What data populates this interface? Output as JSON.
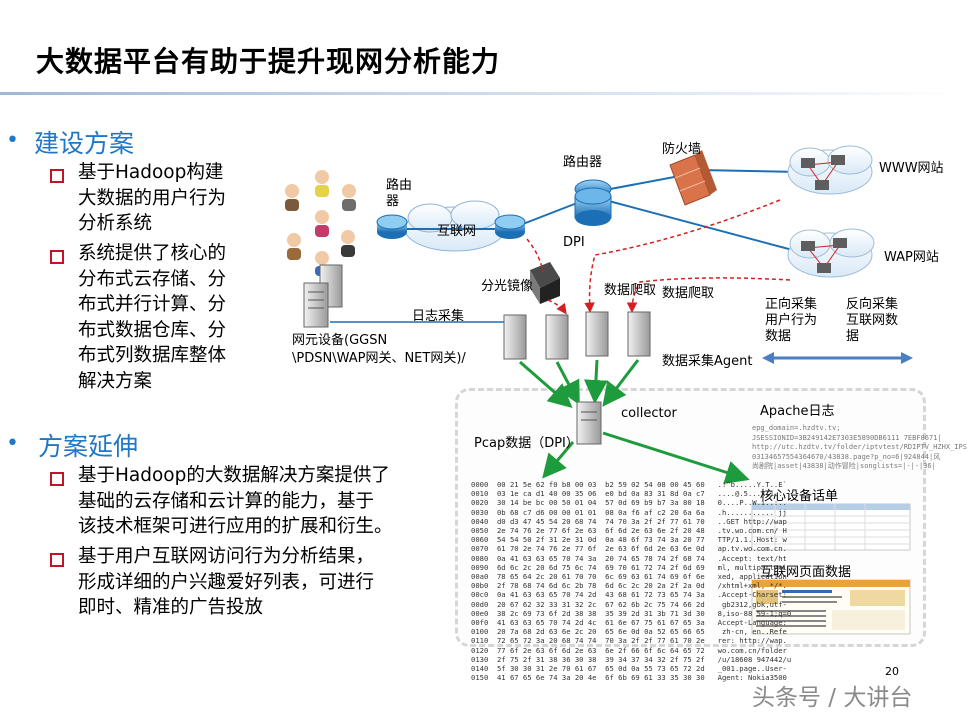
{
  "title": "大数据平台有助于提升现网分析能力",
  "sections": [
    {
      "heading": "建设方案",
      "bullets": [
        {
          "lines": [
            "基于Hadoop构建",
            "大数据的用户行为",
            "分析系统"
          ]
        },
        {
          "lines": [
            "系统提供了核心的",
            "分布式云存储、分",
            "布式并行计算、分",
            "布式数据仓库、分",
            "布式列数据库整体",
            "解决方案"
          ]
        }
      ]
    },
    {
      "heading": "方案延伸",
      "bullets": [
        {
          "lines": [
            "基于Hadoop的大数据解决方案提供了",
            "基础的云存储和云计算的能力，基于",
            "该技术框架可进行应用的扩展和衍生。"
          ]
        },
        {
          "lines": [
            "基于用户互联网访问行为分析结果，",
            "形成详细的户兴趣爱好列表，可进行",
            "即时、精准的广告投放"
          ]
        }
      ]
    }
  ],
  "diagram": {
    "router_left": [
      "路由",
      "器"
    ],
    "internet": "互联网",
    "router_top": "路由器",
    "firewall": "防火墙",
    "www_site": "WWW网站",
    "wap_site": "WAP网站",
    "dpi": "DPI",
    "splitter": "分光镜像",
    "crawl1": "数据爬取",
    "crawl2": "数据爬取",
    "log_collect": "日志采集",
    "ne_device": [
      "网元设备(GGSN",
      "\\PDSN\\WAP网关、NET网关)/"
    ],
    "forward": [
      "正向采集",
      "用户行为",
      "数据"
    ],
    "reverse": [
      "反向采集",
      "互联网数",
      "据"
    ],
    "agent": "数据采集Agent",
    "collector": "collector",
    "pcap": "Pcap数据（DPI）",
    "apache_log": "Apache日志",
    "core_cdr": "核心设备话单",
    "web_data": "互联网页面数据",
    "apache_text": "epg_domain=.hzdtv.tv;\nJSESSIONID=3B249142E7303E5890DB6111 7EBF8671|\nhttp://utc.hzdtv.tv/folder/iptvtest/RDIPTV_HZHX_IPS\n03134657554364670/43838.page?p_no=6|924844|风\n尚剧院|asset|43838|动作冒险|songlists=|-|-|36|",
    "hex_text": "0000  00 21 5e 62 f0 b8 00 03  b2 59 02 54 08 00 45 60   .!^b.....Y.T..E`\n0010  03 1e ca d1 40 00 35 06  e0 bd 0a 83 31 8d 0a c7   ....@.5.....1...\n0020  30 14 be bc 00 50 01 04  57 0d 69 b9 b7 3a 80 18   0....P..W.i..:..\n0030  0b 68 c7 d6 00 00 01 01  08 0a f6 af c2 20 6a 6a   .h........... jj\n0040  d0 d3 47 45 54 20 68 74  74 70 3a 2f 2f 77 61 70   ..GET http://wap\n0050  2e 74 76 2e 77 6f 2e 63  6f 6d 2e 63 6e 2f 20 48   .tv.wo.com.cn/ H\n0060  54 54 50 2f 31 2e 31 0d  0a 48 6f 73 74 3a 20 77   TTP/1.1..Host: w\n0070  61 70 2e 74 76 2e 77 6f  2e 63 6f 6d 2e 63 6e 0d   ap.tv.wo.com.cn.\n0080  0a 41 63 63 65 70 74 3a  20 74 65 78 74 2f 68 74   .Accept: text/ht\n0090  6d 6c 2c 20 6d 75 6c 74  69 70 61 72 74 2f 6d 69   ml, multipart/mi\n00a0  78 65 64 2c 20 61 70 70  6c 69 63 61 74 69 6f 6e   xed, application\n00b0  2f 78 68 74 6d 6c 2b 78  6d 6c 2c 20 2a 2f 2a 0d   /xhtml+xml, */*.\n00c0  0a 41 63 63 65 70 74 2d  43 68 61 72 73 65 74 3a   .Accept-Charset:\n00d0  20 67 62 32 33 31 32 2c  67 62 6b 2c 75 74 66 2d    gb2312,gbk,utf-\n00e0  38 2c 69 73 6f 2d 38 38  35 39 2d 31 3b 71 3d 30   8,iso-88 59-1;q=0\n00f0  41 63 63 65 70 74 2d 4c  61 6e 67 75 61 67 65 3a   Accept-Language:\n0100  20 7a 68 2d 63 6e 2c 20  65 6e 0d 0a 52 65 66 65    zh-cn, en..Refe\n0110  72 65 72 3a 20 68 74 74  70 3a 2f 2f 77 61 70 2e   rer: http://wap.\n0120  77 6f 2e 63 6f 6d 2e 63  6e 2f 66 6f 6c 64 65 72   wo.com.cn/folder\n0130  2f 75 2f 31 38 36 30 38  39 34 37 34 32 2f 75 2f   /u/18608 947442/u\n0140  5f 30 30 31 2e 70 61 67  65 0d 0a 55 73 65 72 2d   _001.page..User-\n0150  41 67 65 6e 74 3a 20 4e  6f 6b 69 61 33 35 30 30   Agent: Nokia3500",
    "page_number": "20"
  },
  "watermark": "头条号 / 大讲台",
  "colors": {
    "section_heading": "#1f77c5",
    "bullet_border": "#c0142a",
    "flow_arrow": "#1e9b3c",
    "dashed_link": "#d42020",
    "two_way_arrow": "#4a7fc1"
  }
}
